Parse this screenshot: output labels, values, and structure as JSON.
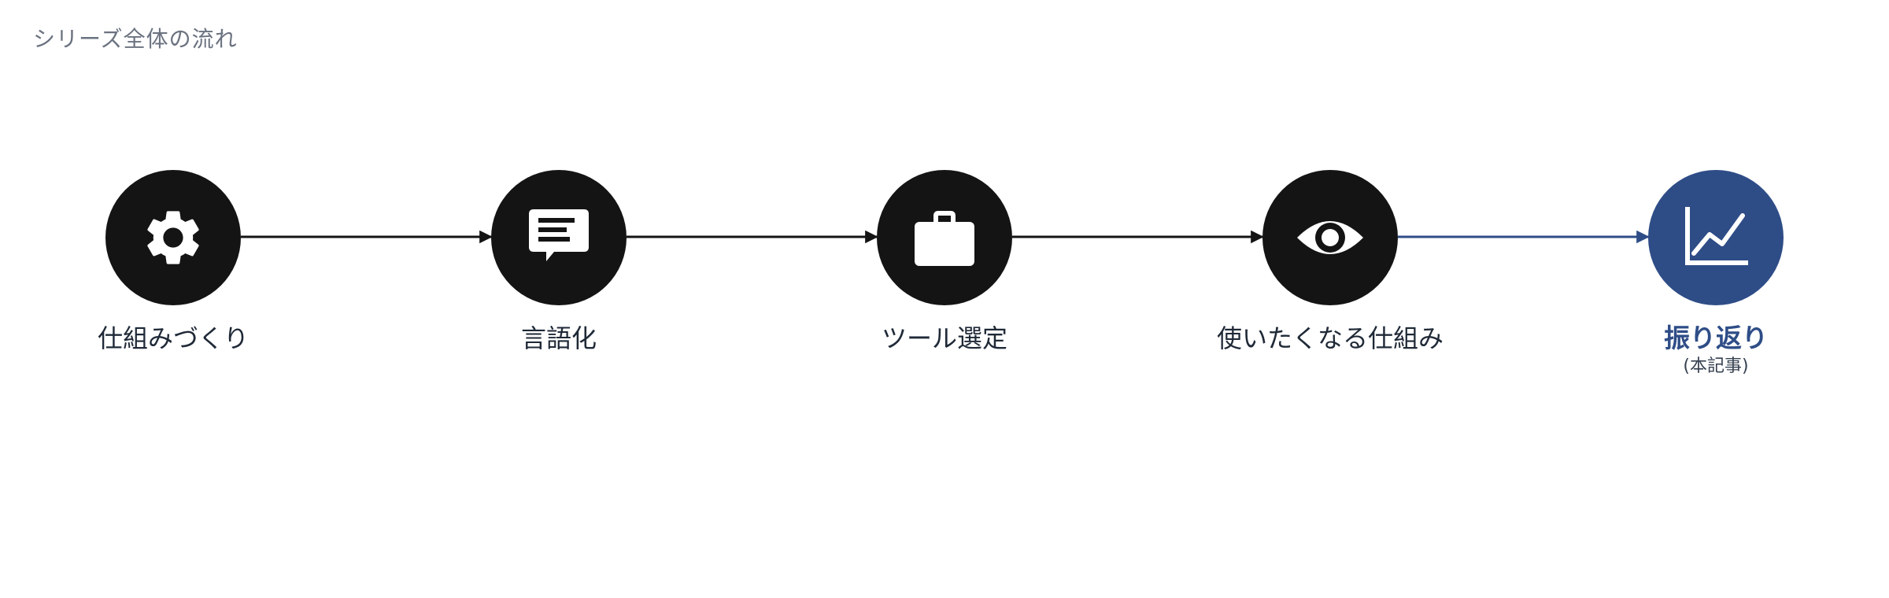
{
  "title": "シリーズ全体の流れ",
  "colors": {
    "default": "#141414",
    "current": "#2e4d87",
    "icon": "#ffffff"
  },
  "steps": [
    {
      "label": "仕組みづくり",
      "icon": "gear-icon"
    },
    {
      "label": "言語化",
      "icon": "message-icon"
    },
    {
      "label": "ツール選定",
      "icon": "briefcase-icon"
    },
    {
      "label": "使いたくなる仕組み",
      "icon": "eye-icon"
    },
    {
      "label": "振り返り",
      "note": "(本記事)",
      "icon": "chart-line-icon",
      "current": true
    }
  ]
}
